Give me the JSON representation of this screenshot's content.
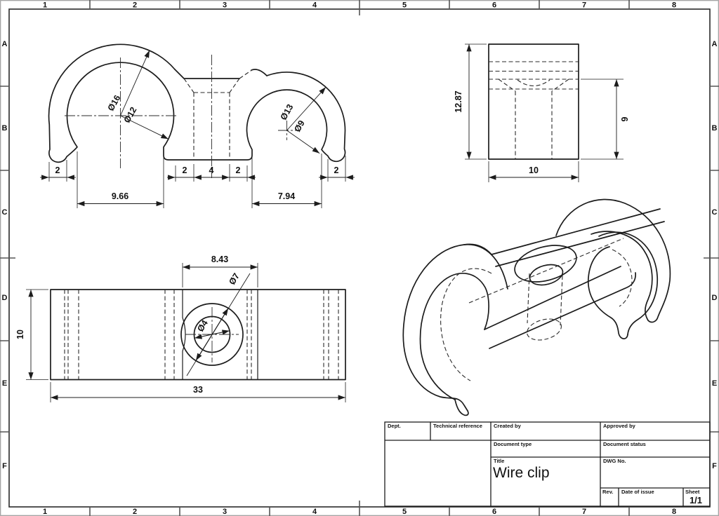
{
  "sheet": {
    "grid_columns": [
      "1",
      "2",
      "3",
      "4",
      "5",
      "6",
      "7",
      "8"
    ],
    "grid_rows": [
      "A",
      "B",
      "C",
      "D",
      "E",
      "F"
    ]
  },
  "title_block": {
    "dept_label": "Dept.",
    "tech_ref_label": "Technical reference",
    "created_by_label": "Created by",
    "approved_by_label": "Approved by",
    "doc_type_label": "Document type",
    "doc_status_label": "Document status",
    "title_label": "Title",
    "title_value": "Wire clip",
    "dwg_no_label": "DWG No.",
    "rev_label": "Rev.",
    "date_label": "Date of issue",
    "sheet_label": "Sheet",
    "sheet_value": "1/1"
  },
  "views": {
    "front": {
      "dia_outer_left": "Ø16",
      "dia_inner_left": "Ø12",
      "dia_outer_right": "Ø13",
      "dia_inner_right": "Ø9",
      "tip_left": "2",
      "opening_left": "9.66",
      "mid_left": "2",
      "mid_center": "4",
      "mid_right": "2",
      "opening_right": "7.94",
      "tip_right": "2"
    },
    "side": {
      "height": "12.87",
      "hole_depth": "9",
      "width": "10"
    },
    "top": {
      "length": "33",
      "width": "10",
      "web_width": "8.43",
      "dia_countersink": "Ø7",
      "dia_hole": "Ø4"
    }
  }
}
